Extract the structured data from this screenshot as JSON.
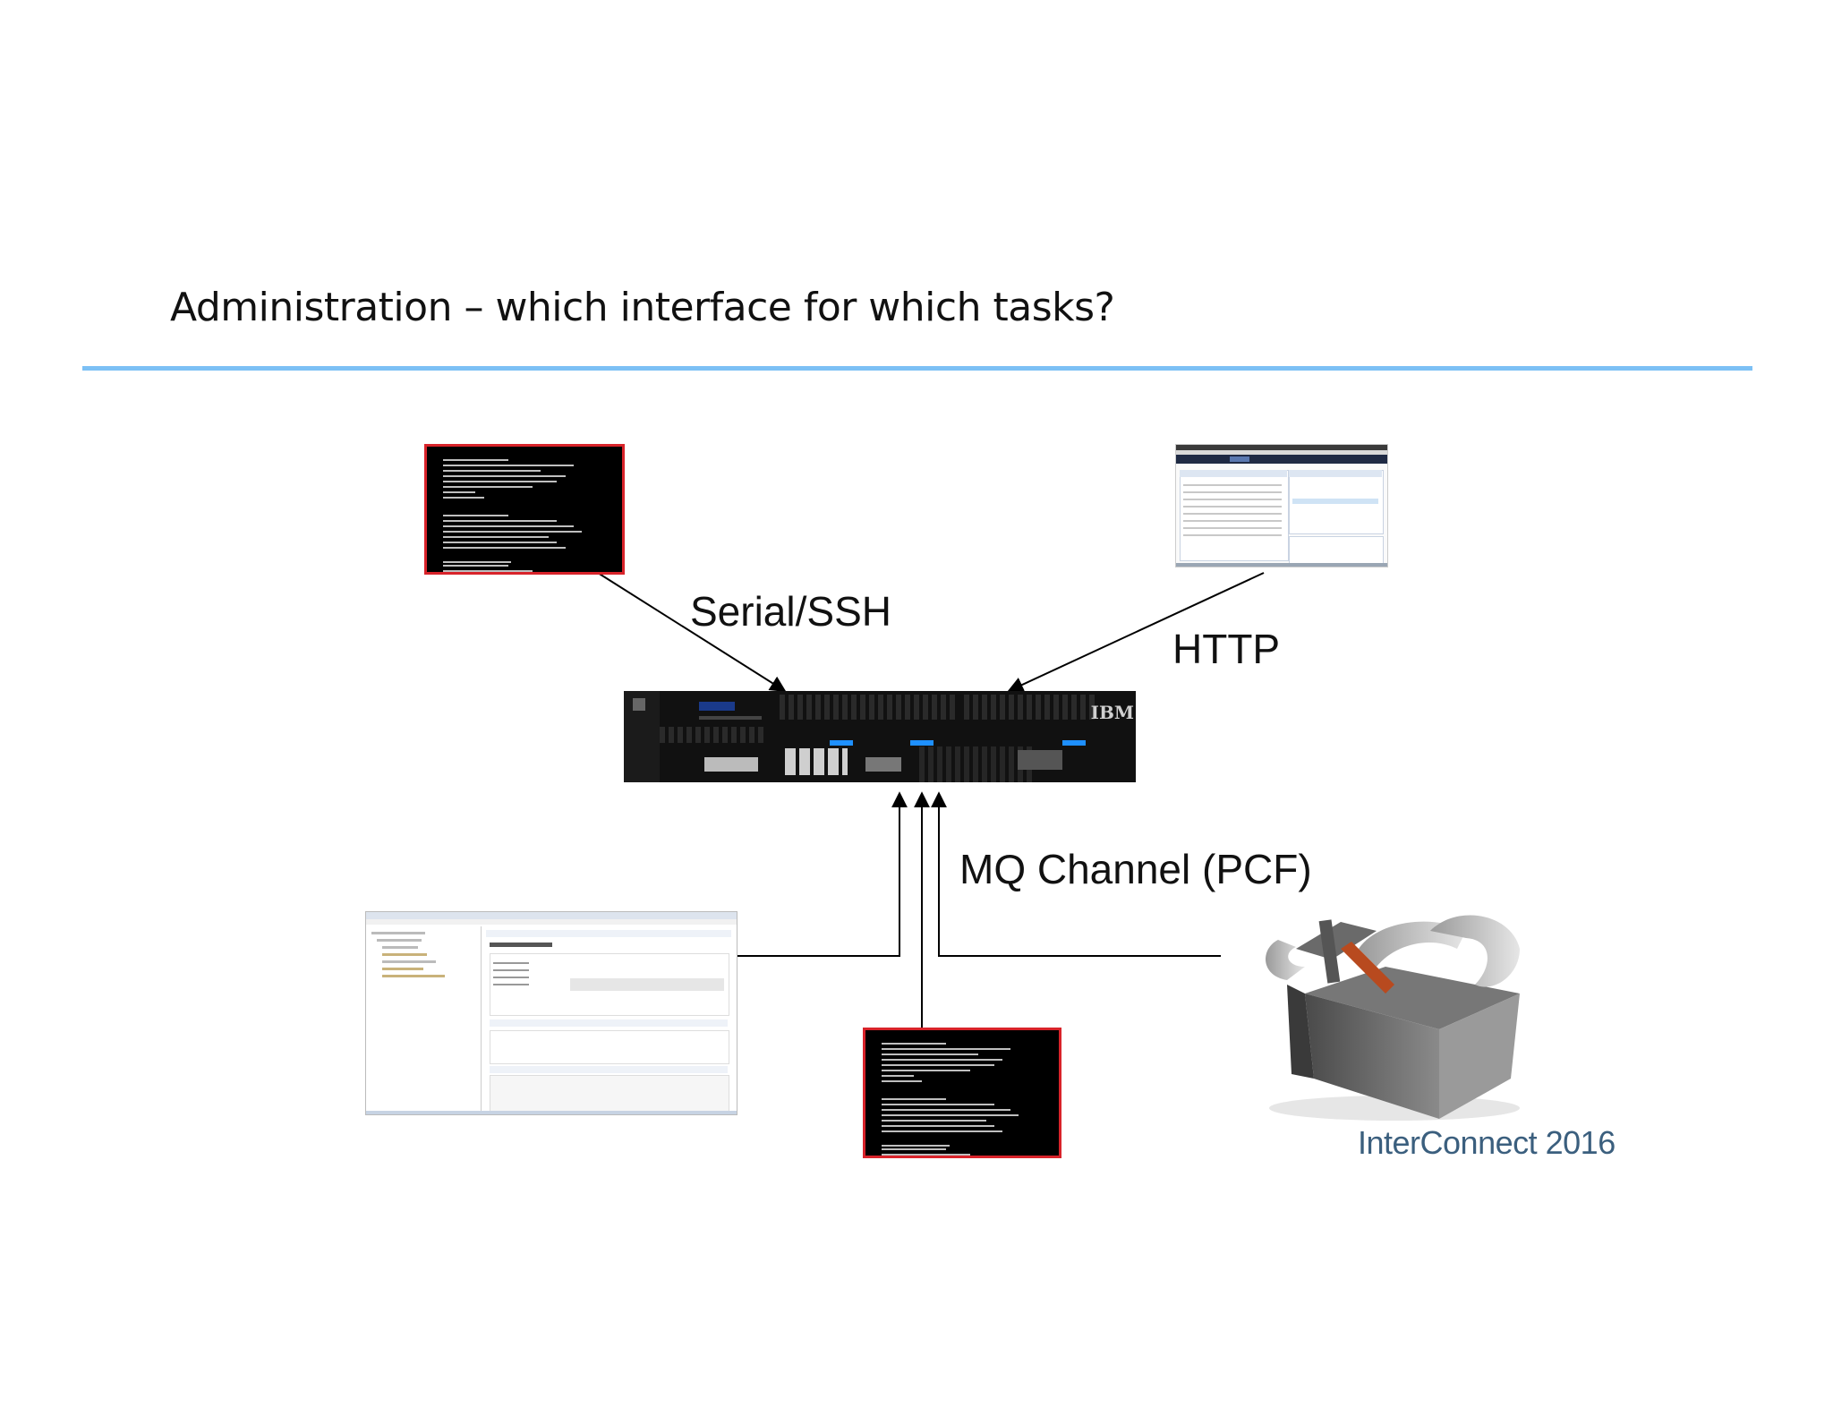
{
  "slide": {
    "title": "Administration – which interface for which tasks?"
  },
  "labels": {
    "serial": "Serial/SSH",
    "http": "HTTP",
    "mq": "MQ Channel (PCF)"
  },
  "brand": {
    "event": "InterConnect 2016",
    "appliance_logo": "IBM"
  },
  "colors": {
    "rule": "#7cc0f5",
    "terminal_border": "#d8232a",
    "brand_text": "#3b5f7e",
    "device_accent": "#1e90ff"
  }
}
